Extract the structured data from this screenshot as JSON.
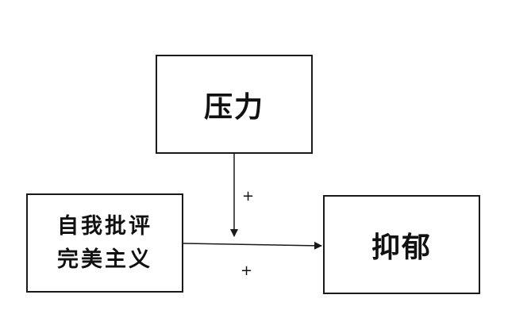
{
  "nodes": {
    "pressure": "压力",
    "self_criticism_line1": "自我批评",
    "self_criticism_line2": "完美主义",
    "depression": "抑郁"
  },
  "edges": [
    {
      "from": "自我批评 完美主义",
      "to": "抑郁",
      "sign": "+"
    },
    {
      "from": "压力",
      "to": "自我批评 完美主义 → 抑郁",
      "sign": "+"
    }
  ],
  "colors": {
    "stroke": "#1a1a1a",
    "text": "#111111",
    "background": "#ffffff"
  }
}
